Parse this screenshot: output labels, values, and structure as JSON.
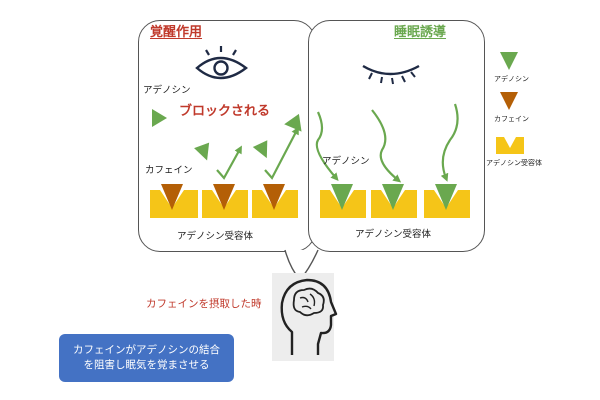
{
  "diagram": {
    "left_panel": {
      "title": "覚醒作用",
      "adenosine_label": "アデノシン",
      "block_text": "ブロックされる",
      "caffeine_label": "カフェイン",
      "receptor_label": "アデノシン受容体"
    },
    "right_panel": {
      "title": "睡眠誘導",
      "adenosine_label": "アデノシン",
      "receptor_label": "アデノシン受容体"
    },
    "legend": {
      "adenosine": "アデノシン",
      "caffeine": "カフェイン",
      "receptor": "アデノシン受容体"
    },
    "caption": "カフェインを摂取した時",
    "summary_lines": [
      "カフェインがアデノシンの結合",
      "を阻害し眠気を覚まさせる"
    ],
    "colors": {
      "adenosine": "#6aa84f",
      "caffeine": "#b45f06",
      "receptor": "#f5c518",
      "left_title": "#c0392b",
      "right_title": "#6aa84f",
      "summary_box": "#4472c4"
    },
    "icons": [
      "open-eye-icon",
      "closed-eye-icon",
      "human-head-brain-icon"
    ]
  }
}
